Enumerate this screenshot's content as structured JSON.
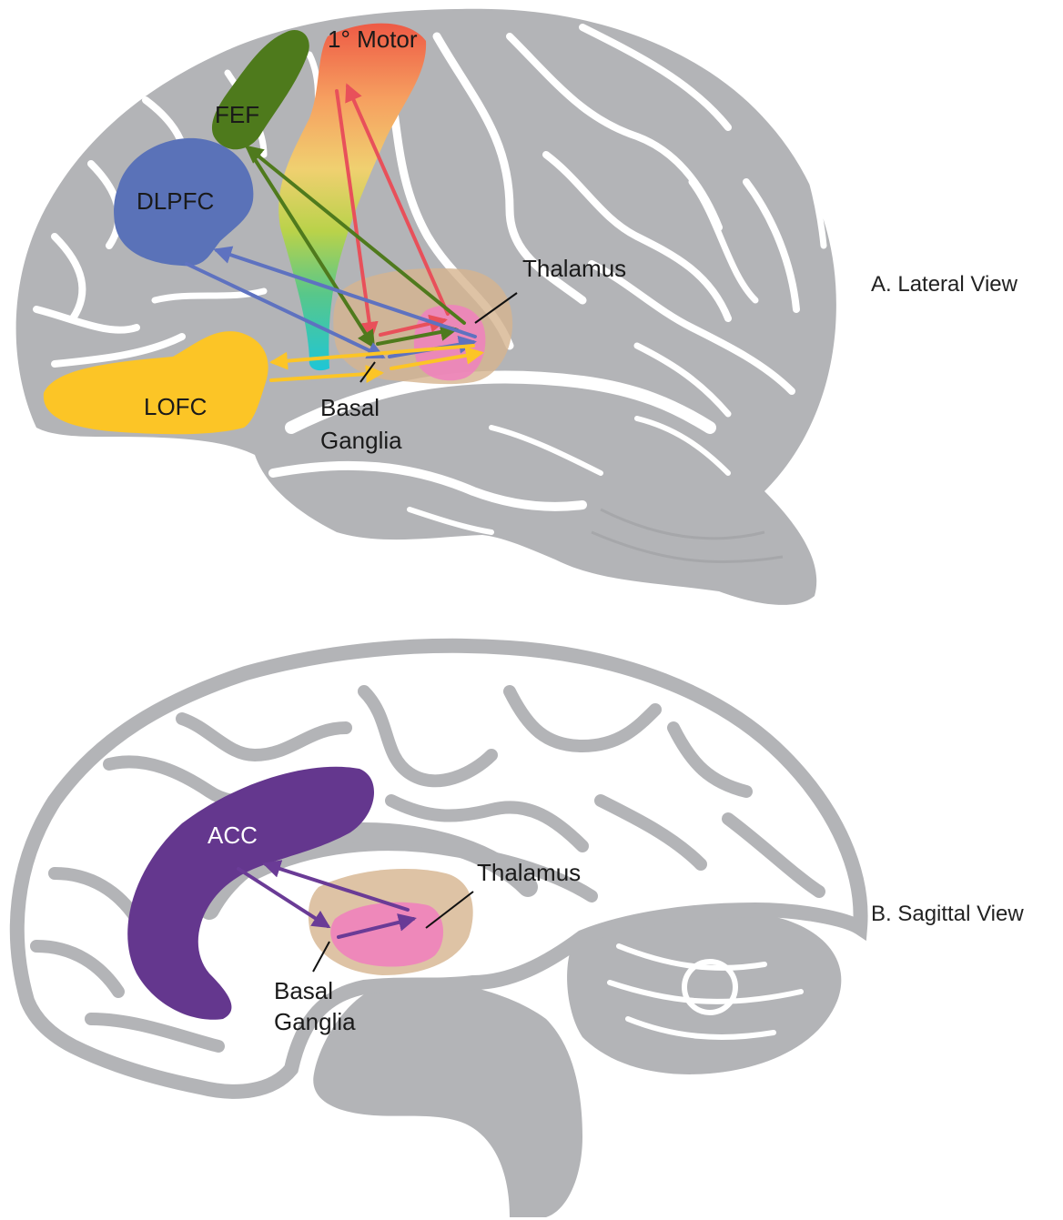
{
  "lateral": {
    "view_label": "A. Lateral View",
    "regions": {
      "motor": "1° Motor",
      "fef": "FEF",
      "dlpfc": "DLPFC",
      "lofc": "LOFC",
      "thalamus": "Thalamus",
      "basal_1": "Basal",
      "basal_2": "Ganglia"
    }
  },
  "sagittal": {
    "view_label": "B. Sagittal View",
    "regions": {
      "acc": "ACC",
      "thalamus": "Thalamus",
      "basal_1": "Basal",
      "basal_2": "Ganglia"
    }
  },
  "colors": {
    "brain_fill": "#b3b4b7",
    "sulcus": "#ffffff",
    "motor_top": "#ee5a45",
    "fef": "#4e7a1c",
    "dlpfc": "#5a72b8",
    "lofc": "#fcc526",
    "thalamus": "#ef82bd",
    "basal_ganglia": "#d6b48e",
    "acc": "#64378e",
    "arrow_red": "#e8505a",
    "arrow_green": "#4f7a1d",
    "arrow_blue": "#5e72c0",
    "arrow_yellow": "#fcc526",
    "arrow_purple": "#6a3b96"
  }
}
